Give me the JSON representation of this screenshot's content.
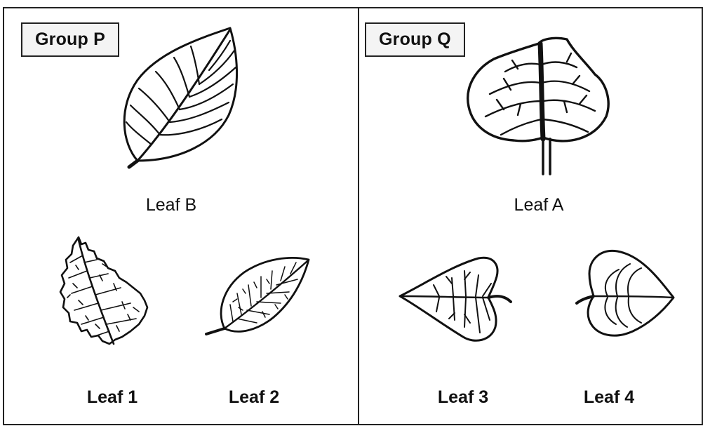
{
  "group_p": {
    "title": "Group P",
    "leaves": {
      "main": "Leaf B",
      "left": "Leaf 1",
      "right": "Leaf 2"
    }
  },
  "group_q": {
    "title": "Group Q",
    "leaves": {
      "main": "Leaf A",
      "left": "Leaf 3",
      "right": "Leaf 4"
    }
  },
  "colors": {
    "line": "#111111",
    "background": "#ffffff"
  }
}
